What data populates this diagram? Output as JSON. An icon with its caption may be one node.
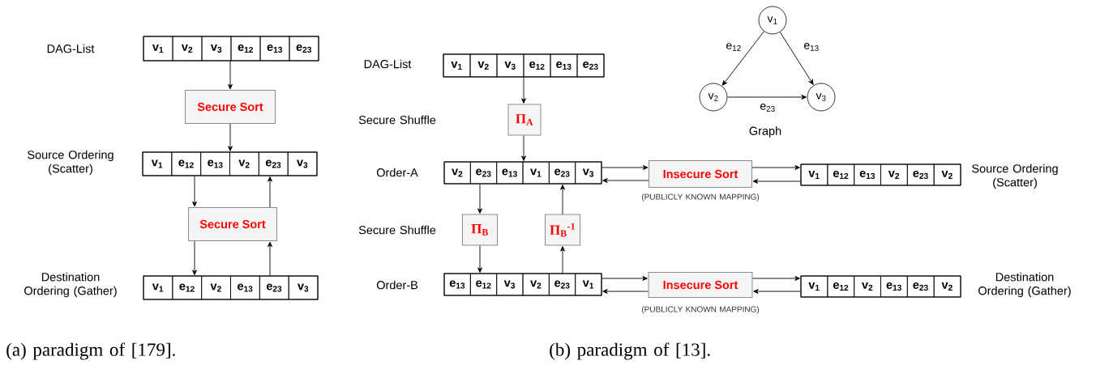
{
  "diagram": {
    "nodes": [
      {
        "text": [],
        "shape": "box"
      },
      {
        "text": [
          "v$_{1}$"
        ],
        "in": 0
      },
      {
        "text": [
          "v$_{2}$"
        ],
        "in": 0
      },
      {
        "text": [
          "v$_{3}$"
        ],
        "in": 0
      },
      {
        "text": [
          "e$_{12}$"
        ],
        "in": 0
      },
      {
        "text": [
          "e$_{13}$"
        ],
        "in": 0
      },
      {
        "text": [
          "e$_{23}$"
        ],
        "in": 0
      },
      {
        "text": [
          "Secure Sort"
        ]
      },
      {
        "text": [],
        "shape": "box"
      },
      {
        "text": [
          "v$_{1}$"
        ],
        "in": 8
      },
      {
        "text": [
          "e$_{12}$"
        ],
        "in": 8
      },
      {
        "text": [
          "e$_{13}$"
        ],
        "in": 8
      },
      {
        "text": [
          "v$_{2}$"
        ],
        "in": 8
      },
      {
        "text": [
          "e$_{23}$"
        ],
        "in": 8
      },
      {
        "text": [
          "v$_{3}$"
        ],
        "in": 8
      },
      {
        "text": [
          "Secure Sort"
        ]
      },
      {
        "text": [],
        "shape": "box"
      },
      {
        "text": [
          "v$_{1}$"
        ],
        "in": 16
      },
      {
        "text": [
          "e$_{12}$"
        ],
        "in": 16
      },
      {
        "text": [
          "v$_{2}$"
        ],
        "in": 16
      },
      {
        "text": [
          "e$_{13}$"
        ],
        "in": 16
      },
      {
        "text": [
          "e$_{23}$"
        ],
        "in": 16
      },
      {
        "text": [
          "v$_{3}$"
        ],
        "in": 16
      },
      {
        "text": [
          "v$_{1}$"
        ]
      },
      {
        "text": [
          "v$_{2}$"
        ]
      },
      {
        "text": [
          "v$_{3}$"
        ]
      },
      {
        "text": [],
        "shape": "box"
      },
      {
        "text": [
          "v$_{1}$"
        ],
        "in": 26
      },
      {
        "text": [
          "v$_{2}$"
        ],
        "in": 26
      },
      {
        "text": [
          "v$_{3}$"
        ],
        "in": 26
      },
      {
        "text": [
          "e$_{12}$"
        ],
        "in": 26
      },
      {
        "text": [
          "e$_{13}$"
        ],
        "in": 26
      },
      {
        "text": [
          "e$_{23}$"
        ],
        "in": 26
      },
      {
        "text": [
          "Π$_{A}$"
        ]
      },
      {
        "text": [],
        "shape": "box"
      },
      {
        "text": [
          "v$_{2}$"
        ],
        "in": 34
      },
      {
        "text": [
          "e$_{23}$"
        ],
        "in": 34
      },
      {
        "text": [
          "e$_{13}$"
        ],
        "in": 34
      },
      {
        "text": [
          "v$_{1}$"
        ],
        "in": 34
      },
      {
        "text": [
          "e$_{23}$"
        ],
        "in": 34
      },
      {
        "text": [
          "v$_{3}$"
        ],
        "in": 34
      },
      {
        "text": [
          "Insecure Sort"
        ],
        "beside": [
          "(PUBLICLY KNOWN MAPPING)"
        ]
      },
      {
        "text": [],
        "shape": "box"
      },
      {
        "text": [
          "v$_{1}$"
        ],
        "in": 42
      },
      {
        "text": [
          "e$_{12}$"
        ],
        "in": 42
      },
      {
        "text": [
          "e$_{13}$"
        ],
        "in": 42
      },
      {
        "text": [
          "v$_{2}$"
        ],
        "in": 42
      },
      {
        "text": [
          "e$_{23}$"
        ],
        "in": 42
      },
      {
        "text": [
          "v$_{2}$"
        ],
        "in": 42
      },
      {
        "text": [
          "Π$_{B}$"
        ]
      },
      {
        "text": [
          "Π$_{B}$$^{-1}$"
        ]
      },
      {
        "text": [],
        "shape": "box"
      },
      {
        "text": [
          "e$_{13}$"
        ],
        "in": 51
      },
      {
        "text": [
          "e$_{12}$"
        ],
        "in": 51
      },
      {
        "text": [
          "v$_{3}$"
        ],
        "in": 51
      },
      {
        "text": [
          "v$_{2}$"
        ],
        "in": 51
      },
      {
        "text": [
          "e$_{23}$"
        ],
        "in": 51
      },
      {
        "text": [
          "v$_{1}$"
        ],
        "in": 51
      },
      {
        "text": [
          "Insecure Sort"
        ],
        "beside": [
          "(PUBLICLY KNOWN MAPPING)"
        ]
      },
      {
        "text": [],
        "shape": "box"
      },
      {
        "text": [
          "v$_{1}$"
        ],
        "in": 59
      },
      {
        "text": [
          "e$_{12}$"
        ],
        "in": 59
      },
      {
        "text": [
          "v$_{2}$"
        ],
        "in": 59
      },
      {
        "text": [
          "e$_{13}$"
        ],
        "in": 59
      },
      {
        "text": [
          "e$_{23}$"
        ],
        "in": 59
      },
      {
        "text": [
          "v$_{2}$"
        ],
        "in": 59
      }
    ],
    "edges": [
      {
        "from": 0,
        "to": 7,
        "arrow": "to"
      },
      {
        "from": 7,
        "to": 8,
        "arrow": "to"
      },
      {
        "from": 10,
        "to": 15,
        "arrow": "to"
      },
      {
        "from": 15,
        "to": 18,
        "arrow": "to"
      },
      {
        "from": 21,
        "to": 15,
        "arrow": "to"
      },
      {
        "from": 15,
        "to": 13,
        "arrow": "to"
      },
      {
        "from": 23,
        "to": 24,
        "arrow": "to",
        "label": "e$_{12}$"
      },
      {
        "from": 23,
        "to": 25,
        "arrow": "to",
        "label": "e$_{13}$"
      },
      {
        "from": 24,
        "to": 25,
        "arrow": "to",
        "label": "e$_{23}$"
      },
      {
        "from": 26,
        "to": 33,
        "arrow": "to"
      },
      {
        "from": 33,
        "to": 34,
        "arrow": "to"
      },
      {
        "from": 36,
        "to": 49,
        "arrow": "to"
      },
      {
        "from": 49,
        "to": 53,
        "arrow": "to"
      },
      {
        "from": 56,
        "to": 50,
        "arrow": "to"
      },
      {
        "from": 50,
        "to": 39,
        "arrow": "to"
      },
      {
        "from": 34,
        "to": 41,
        "arrow": "to"
      },
      {
        "from": 41,
        "to": 34,
        "arrow": "to"
      },
      {
        "from": 41,
        "to": 42,
        "arrow": "to"
      },
      {
        "from": 42,
        "to": 41,
        "arrow": "to"
      },
      {
        "from": 51,
        "to": 58,
        "arrow": "to"
      },
      {
        "from": 58,
        "to": 51,
        "arrow": "to"
      },
      {
        "from": 58,
        "to": 59,
        "arrow": "to"
      },
      {
        "from": 59,
        "to": 58,
        "arrow": "to"
      }
    ],
    "labels": [
      "DAG-List",
      "DAG-List",
      "Secure Shuffle",
      "Graph",
      "Source Ordering (Scatter)",
      "Order-A",
      "Source Ordering (Scatter)",
      "Secure Shuffle",
      "Destination Ordering (Gather)",
      "Order-B",
      "Destination Ordering (Gather)",
      "(a) paradigm of [179].",
      "(b) paradigm of [13]."
    ]
  }
}
